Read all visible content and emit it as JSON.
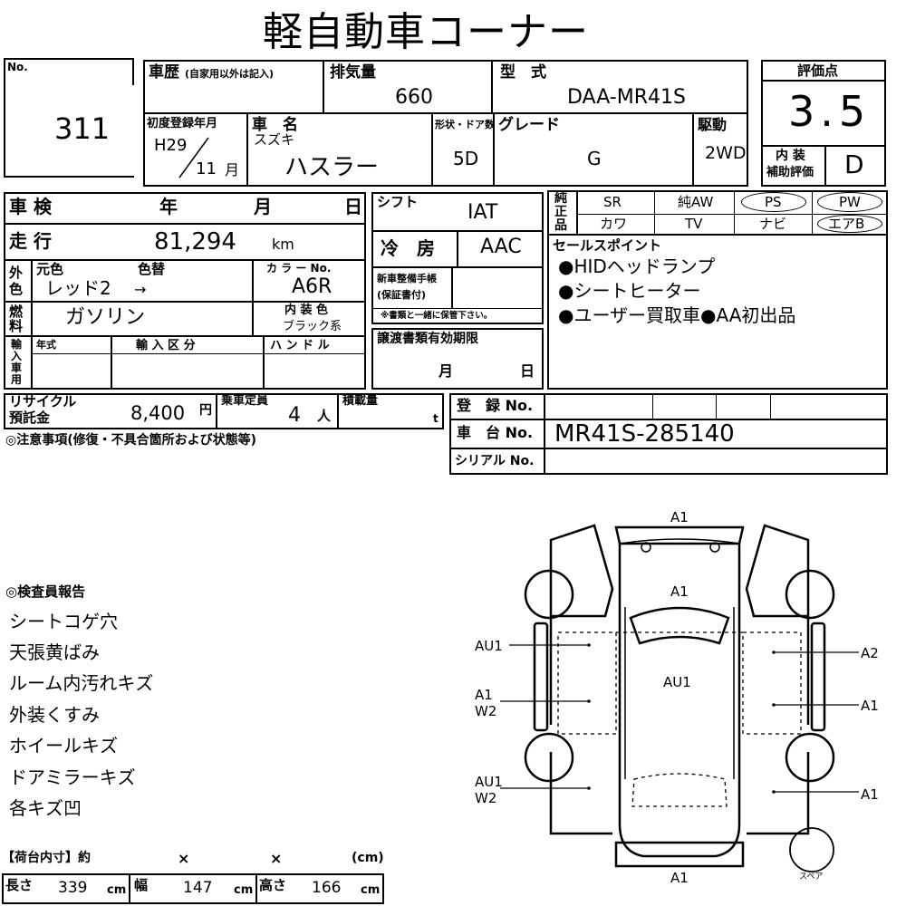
{
  "title": "軽自動車コーナー",
  "lot": {
    "label": "No.",
    "value": "311"
  },
  "history": {
    "label": "車歴",
    "note": "(自家用以外は記入)"
  },
  "displacement": {
    "label": "排気量",
    "value": "660"
  },
  "model": {
    "label": "型　式",
    "value": "DAA-MR41S"
  },
  "score": {
    "label": "評価点",
    "value": "3.5"
  },
  "first_reg": {
    "label": "初度登録年月",
    "era": "H29",
    "month": "11",
    "month_unit": "月"
  },
  "car_name": {
    "label": "車　名",
    "maker": "スズキ",
    "value": "ハスラー"
  },
  "doors": {
    "label": "形状・ドア数",
    "value": "5D"
  },
  "grade": {
    "label": "グレード",
    "value": "G"
  },
  "drive": {
    "label": "駆動",
    "value": "2WD"
  },
  "interior_grade": {
    "label1": "内 装",
    "label2": "補助評価",
    "value": "D"
  },
  "inspection": {
    "label": "車 検",
    "year": "年",
    "month": "月",
    "day": "日"
  },
  "shift": {
    "label": "シフト",
    "value": "IAT"
  },
  "equipment": {
    "label": "純正品",
    "row1": [
      "SR",
      "純AW",
      "PS",
      "PW"
    ],
    "row2": [
      "カワ",
      "TV",
      "ナビ",
      "エアB"
    ]
  },
  "mileage": {
    "label": "走 行",
    "value": "81,294",
    "unit": "km"
  },
  "aircon": {
    "label": "冷　房",
    "value": "AAC"
  },
  "exterior_color": {
    "label": "外色",
    "orig_label": "元色",
    "change_label": "色替",
    "orig_value": "レッド2",
    "arrow": "→",
    "code_label": "カ ラ ー No.",
    "code_value": "A6R"
  },
  "maintenance": {
    "label1": "新車整備手帳",
    "label2": "(保証書付)",
    "note": "※書類と一緒に保管下さい。"
  },
  "sales_points": {
    "label": "セールスポイント",
    "items": [
      "●HIDヘッドランプ",
      "●シートヒーター",
      "●ユーザー買取車●AA初出品"
    ]
  },
  "fuel": {
    "label": "燃料",
    "value": "ガソリン"
  },
  "interior_color": {
    "label": "内 装 色",
    "value": "ブラック系"
  },
  "import": {
    "label": "輸入車用",
    "year_label": "年式",
    "kubun_label": "輸 入 区 分",
    "handle_label": "ハ ン ド ル"
  },
  "transfer": {
    "label": "譲渡書類有効期限",
    "month": "月",
    "day": "日"
  },
  "recycle": {
    "label1": "リサイクル",
    "label2": "預託金",
    "value": "8,400",
    "unit": "円"
  },
  "capacity": {
    "label": "乗車定員",
    "value": "4",
    "unit": "人"
  },
  "load": {
    "label": "積載量",
    "unit": "t"
  },
  "registration": {
    "label": "登　録 No."
  },
  "chassis": {
    "label": "車　台 No.",
    "value": "MR41S-285140"
  },
  "serial": {
    "label": "シリアル No."
  },
  "caution": {
    "label": "◎注意事項(修復・不具合箇所および状態等)"
  },
  "inspector": {
    "label": "◎検査員報告",
    "items": [
      "シートコゲ穴",
      "天張黄ばみ",
      "ルーム内汚れキズ",
      "外装くすみ",
      "ホイールキズ",
      "ドアミラーキズ",
      "各キズ凹"
    ]
  },
  "cargo": {
    "label": "【荷台内寸】約",
    "x1": "×",
    "x2": "×",
    "unit": "(cm)"
  },
  "dims": {
    "length_label": "長さ",
    "length": "339",
    "width_label": "幅",
    "width": "147",
    "height_label": "高さ",
    "height": "166",
    "unit": "cm"
  },
  "diagram": {
    "front": "A1",
    "hood": "A1",
    "roof": "AU1",
    "rear": "A1",
    "left_front_fender": "AU1",
    "left_front_door_1": "A1",
    "left_front_door_2": "W2",
    "left_rear_1": "AU1",
    "left_rear_2": "W2",
    "right_front": "A2",
    "right_door": "A1",
    "right_rear": "A1",
    "spare": "スペア"
  }
}
